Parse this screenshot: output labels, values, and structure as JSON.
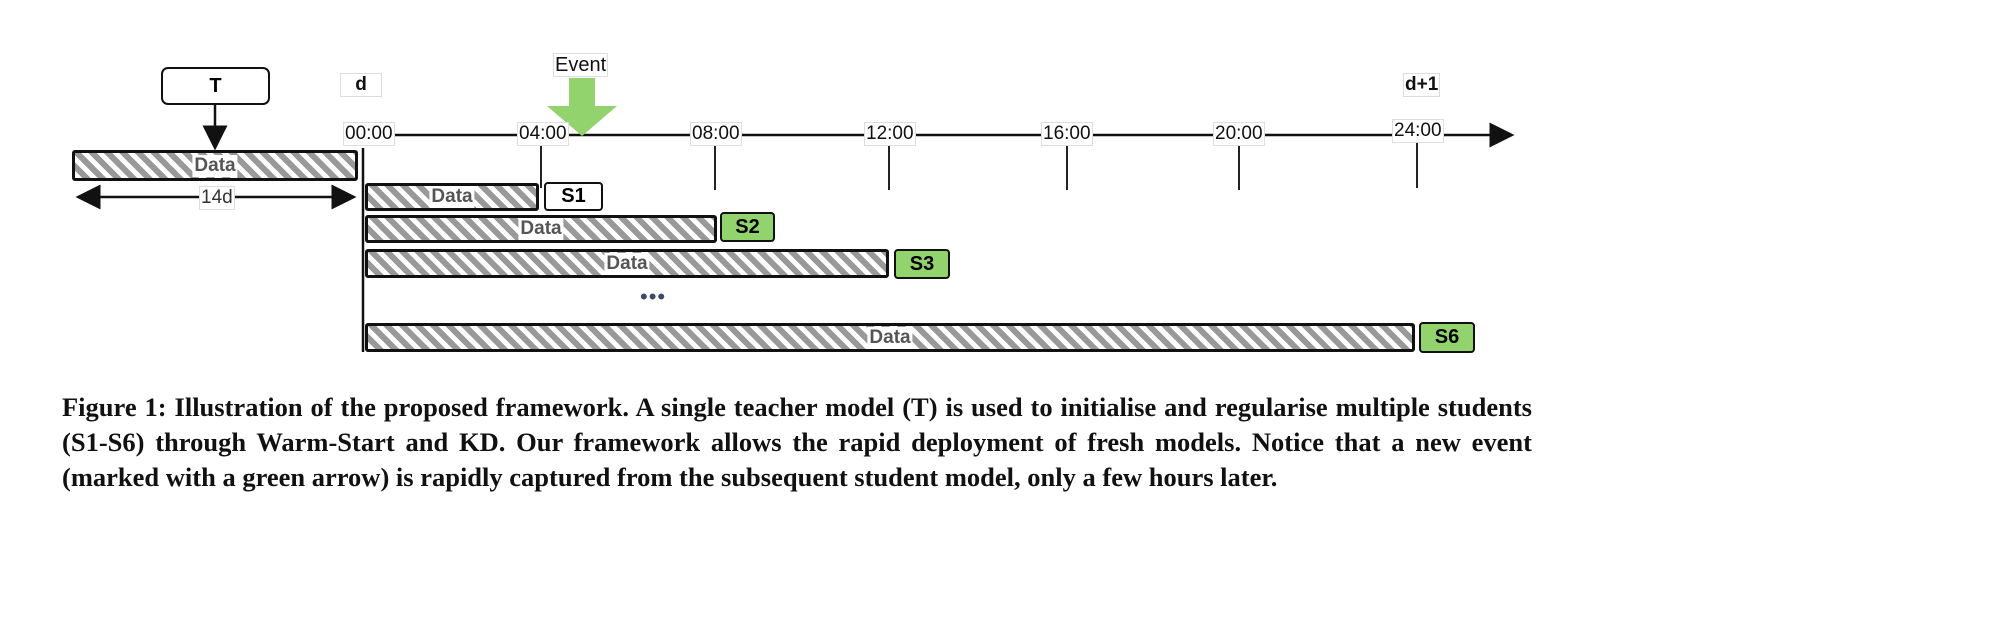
{
  "diagram": {
    "teacher_label": "T",
    "event_label": "Event",
    "day_start_label": "d",
    "day_end_label": "d+1",
    "teacher_data_label": "Data",
    "window_label": "14d",
    "time_ticks": [
      "00:00",
      "04:00",
      "08:00",
      "12:00",
      "16:00",
      "20:00",
      "24:00"
    ],
    "students": [
      {
        "label": "S1",
        "data_label": "Data",
        "highlight": false
      },
      {
        "label": "S2",
        "data_label": "Data",
        "highlight": true
      },
      {
        "label": "S3",
        "data_label": "Data",
        "highlight": true
      },
      {
        "label": "S6",
        "data_label": "Data",
        "highlight": true
      }
    ],
    "ellipsis": "•••",
    "colors": {
      "green": "#92d36e",
      "hatch": "#999999"
    }
  },
  "caption": {
    "text": "Figure 1: Illustration of the proposed framework. A single teacher model (T) is used to initialise and regularise multiple students (S1-S6) through Warm-Start and KD. Our framework allows the rapid deployment of fresh models. Notice that a new event (marked with a green arrow) is rapidly captured from the subsequent student model, only a few hours later."
  }
}
